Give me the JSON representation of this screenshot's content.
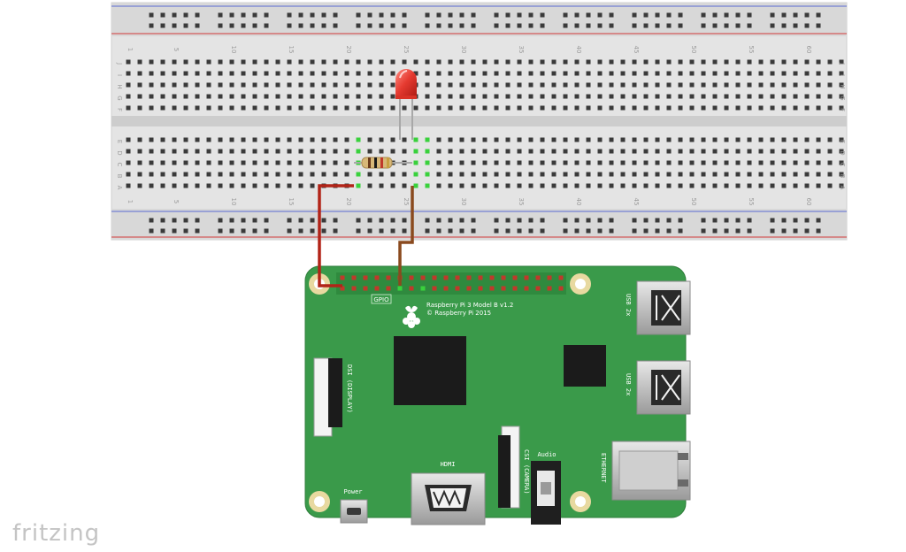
{
  "app": {
    "brand": "fritzing"
  },
  "breadboard": {
    "column_numbers": [
      "1",
      "5",
      "10",
      "15",
      "20",
      "25",
      "30",
      "35",
      "40",
      "45",
      "50",
      "55",
      "60"
    ],
    "row_letters_top": [
      "J",
      "I",
      "H",
      "G",
      "F"
    ],
    "row_letters_bottom": [
      "E",
      "D",
      "C",
      "B",
      "A"
    ]
  },
  "board": {
    "model_line1": "Raspberry Pi 3 Model B v1.2",
    "model_line2": "© Raspberry Pi 2015",
    "gpio_label": "GPIO",
    "hdmi_label": "HDMI",
    "power_label": "Power",
    "audio_label": "Audio",
    "dsi_label": "DSI (DISPLAY)",
    "csi_label": "CSI (CAMERA)",
    "usb1_label": "USB 2x",
    "usb2_label": "USB 2x",
    "ethernet_label": "ETHERNET"
  },
  "colors": {
    "board_green": "#3a9a4a",
    "wire_red": "#b22418",
    "wire_brown": "#8a4a1e",
    "led_red": "#e83a30",
    "rail_red": "#d23a3a",
    "rail_blue": "#5a6ad2",
    "hole_highlight": "#39d13c"
  }
}
